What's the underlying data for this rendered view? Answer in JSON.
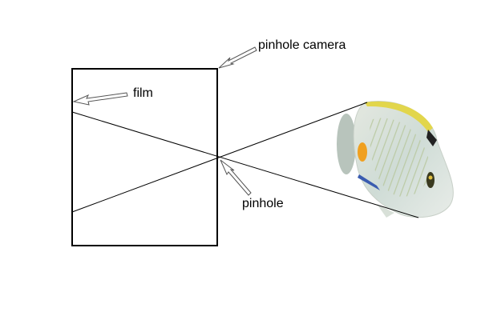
{
  "labels": {
    "camera": "pinhole camera",
    "film": "film",
    "pinhole": "pinhole"
  },
  "colors": {
    "line": "#000000",
    "arrow_fill": "#ffffff",
    "fish_body": "#d8e2dc",
    "fish_yellow": "#e6d84a",
    "fish_orange": "#f0a020",
    "fish_blue": "#3a5cb0"
  }
}
